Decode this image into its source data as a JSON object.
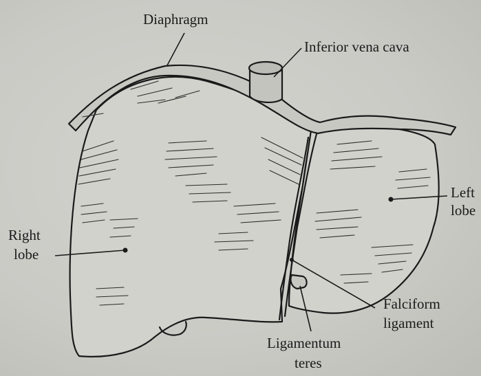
{
  "labels": {
    "diaphragm": "Diaphragm",
    "ivc": "Inferior vena cava",
    "left_lobe_1": "Left",
    "left_lobe_2": "lobe",
    "right_lobe_1": "Right",
    "right_lobe_2": "lobe",
    "falciform_1": "Falciform",
    "falciform_2": "ligament",
    "teres_1": "Ligamentum",
    "teres_2": "teres"
  },
  "colors": {
    "ink": "#1a1a1a",
    "paper": "#cdcdc8",
    "organ": "#d2d2cc"
  }
}
